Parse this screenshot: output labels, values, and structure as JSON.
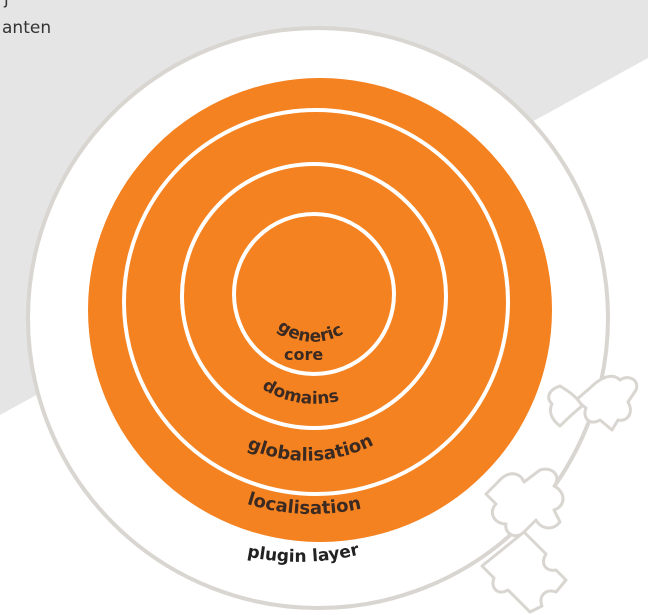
{
  "intro": {
    "line1": "j",
    "line2": "anten"
  },
  "layers": {
    "core_top": "generic",
    "core_bottom": "core",
    "domains": "domains",
    "globalisation": "globalisation",
    "localisation": "localisation",
    "plugin": "plugin layer"
  },
  "colors": {
    "background_shape": "#e5e5e5",
    "outer_ring_stroke": "#d9d5d0",
    "orange": "#f58220",
    "ring_divider": "#ffffff",
    "label_dark": "#3a2a22",
    "plugin_label": "#222222",
    "puzzle_stroke": "#d9d5d0"
  }
}
